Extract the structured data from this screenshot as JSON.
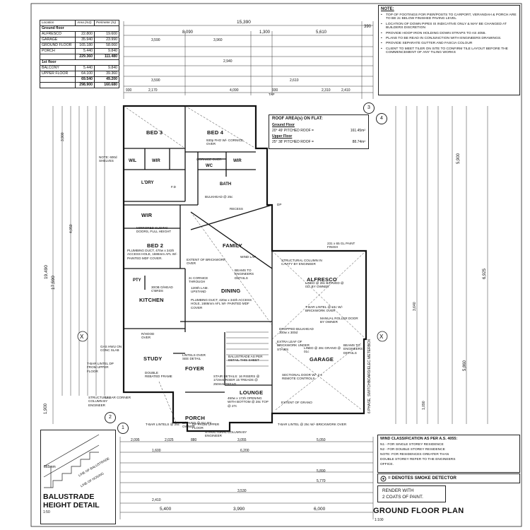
{
  "area_table": {
    "headers": [
      "Location",
      "Area (m2)",
      "Perimeter (m)"
    ],
    "ground_heading": "Ground floor",
    "ground_rows": [
      {
        "name": "ALFRESCO",
        "area": "22.800",
        "perim": "19.600"
      },
      {
        "name": "GARAGE",
        "area": "35.940",
        "perim": "23.990"
      },
      {
        "name": "GROUND FLOOR",
        "area": "165.180",
        "perim": "58.060"
      },
      {
        "name": "PORCH",
        "area": "5.440",
        "perim": "9.840"
      }
    ],
    "ground_total": {
      "area": "229.360",
      "perim": "111.480"
    },
    "first_heading": "1st floor",
    "first_rows": [
      {
        "name": "BALCONY",
        "area": "5.440",
        "perim": "9.840"
      },
      {
        "name": "UPPER FLOOR",
        "area": "64.100",
        "perim": "39.360"
      }
    ],
    "first_total": {
      "area": "69.540",
      "perim": "49.200"
    },
    "grand_total": {
      "area": "298.900",
      "perim": "160.680"
    }
  },
  "notes": {
    "title": "NOTE:",
    "items": [
      "TOP OF FOOTINGS FOR PIER/POSTS TO CARPORT, VERANDAH & PORCH ARE TO BE 2c BELOW FINISHED PAVING LEVEL",
      "LOCATION OF DOWN PIPES IS INDICATIVE ONLY & MAY BE CHANGED AT BUILDERS DISCRETION",
      "PROVIDE HOOP IRON HOLDING DOWN STRAPS TO AS 4055.",
      "PLANS TO BE READ IN CONJUNCTION WITH ENGINEERS DRAWINGS.",
      "PROVIDE SEPARATE GUTTER AND FASCIA COLOUR",
      "CLIENT TO MEET TILER ON SITE TO CONFIRM TILE LAYOUT BEFORE THE COMMENCEMENT OF ANY TILING WORKS"
    ]
  },
  "roof": {
    "title": "ROOF AREA(s) ON FLAT:",
    "ground_label": "Ground Floor",
    "ground_line": "20° 49' PITCHED ROOF =",
    "ground_value": "161.45m²",
    "upper_label": "Upper Floor",
    "upper_line": "25° 38' PITCHED ROOF =",
    "upper_value": "88.74m²"
  },
  "wind": {
    "title": "WIND CLASSIFICATION AS PER A.S. 4055:",
    "lines": [
      "N1 - FOR SINGLE STOREY RESIDENCE",
      "N2 - FOR DOUBLE STOREY RESIDENCE",
      "NOTE: FOR RESIDENCES GREATER THAN",
      "DOUBLE STOREY REFER TO THE ENGINEERS",
      "OFFICE."
    ]
  },
  "smoke": "= DENOTES SMOKE DETECTOR",
  "render": [
    "RENDER WITH",
    "2 COATS OF PAINT."
  ],
  "plan_title": "GROUND FLOOR PLAN",
  "plan_scale": "1:100",
  "balustrade": {
    "title1": "BALUSTRADE",
    "title2": "HEIGHT DETAIL",
    "scale": "1:50",
    "line1": "LINE OF BALUSTRADE",
    "line2": "865mm",
    "line3": "LINE OF NOSING"
  },
  "rooms": {
    "bed3": "BED 3",
    "bed4": "BED 4",
    "wil": "WIL",
    "wir1": "WIR",
    "wir2": "WIR",
    "wc": "WC",
    "bath": "BATH",
    "ldry": "L'DRY",
    "wir3": "WIR",
    "bed2": "BED 2",
    "family": "FAMILY",
    "alfresco": "ALFRESCO",
    "dining": "DINING",
    "kitchen": "KITCHEN",
    "study": "STUDY",
    "foyer": "FOYER",
    "garage": "GARAGE",
    "lounge": "LOUNGE",
    "porch": "PORCH",
    "pty": "PTY"
  },
  "labels": {
    "dims_top": [
      "15,390",
      "8,090",
      "1,300",
      "5,610",
      "390",
      "3,590",
      "3,960",
      "2,940",
      "4,090",
      "2,170",
      "930",
      "930",
      "2,610",
      "2,410",
      "2,310",
      "3,590"
    ],
    "dims_bottom": [
      "2,095",
      "2,025",
      "880",
      "3,055",
      "5,050",
      "1,600",
      "6,200",
      "5,890",
      "5,770",
      "3,530",
      "3,990",
      "5,400",
      "6,000",
      "2,410"
    ],
    "left_dims": [
      "19,490",
      "17,590",
      "1,900",
      "3,900",
      "4,050"
    ],
    "right_dims": [
      "5,900",
      "6,925",
      "3,640",
      "5,860",
      "1,090"
    ],
    "annotations": [
      "BULKHEAD @ 25c",
      "RECESS",
      "CORNICE OVER",
      "MIRRORED SLIDING DOORS, FULL HEIGHT",
      "PLUMBING DUCT, 470w x 343h ACCESS HOLE, 1686mm AFL W/- PAINTED MDF COVER.",
      "EXTENT OF BRICKWORK OVER",
      "BEAMS TO ENGINEERS DETAILS",
      "2c CORNICE THROUGH",
      "1200h LAM. UPSTAND",
      "PLUMBING DUCT, 420w x 343h ACCESS HOLE, 1686mm AFL W/- PAINTED MDF COVER",
      "STRUCTURAL COLUMN IN CAVITY BY ENGINEER",
      "LINED @ 28c B/PAVED @ 01c BY OWNER",
      "T-BAR LINTEL @ 24c W/- BRICKWORK OVER",
      "MANUAL ROLLER DOOR BY OWNER",
      "DROPPED BULKHEAD 300w x 300d",
      "EXTRA LEAF OF BRICKWORK UNDER STAIRS",
      "LINED @ 28c GRANO @ 01c",
      "BEAMS TO ENGINEERS DETAILS",
      "SECTIONAL DOOR W/- 2 x REMOTE CONTROLS",
      "BALUSTRADE AS PER DETAIL THIS SHEET",
      "STAIR DETAILS: 16 RISERS @ 172mm/RISER 15 TREADS @ 250mm/TREAD",
      "450w x 172h OPENING WITH BOTTOM @ 28c TOP @ 27c",
      "EXTENT OF GRANO",
      "T-BAR LINTEL @ 25c W/- BRICKWORK OVER",
      "B/PAVED @ 01c BY OWNER",
      "T-BAR LINTELS @ 25c",
      "DP FROM UPPER FLOOR",
      "STRUCTURAL COLUMN BY ENGINEER",
      "GAS HWU ON CONC SLAB",
      "T-BAR LINTEL DP FROM UPPER FLOOR",
      "DOUBLE REBATED FRAME",
      "LINTELS OVER SEE DETAIL",
      "R/HOOD OVER",
      "30OB O/HEAD C'BRDS",
      "NOTE: 600d SHELVES",
      "231 x 65 GL PAINT FINISH",
      "WIND LAP",
      "930p FHO W/- CORNICE OVER",
      "DP",
      "TAP",
      "F.D",
      "STRUCTURAL COLUMN BY ENGINEER",
      "6 PHASE, SWITCHBOARD/ELEC METERBOX",
      "12 BAR CORNER"
    ]
  }
}
